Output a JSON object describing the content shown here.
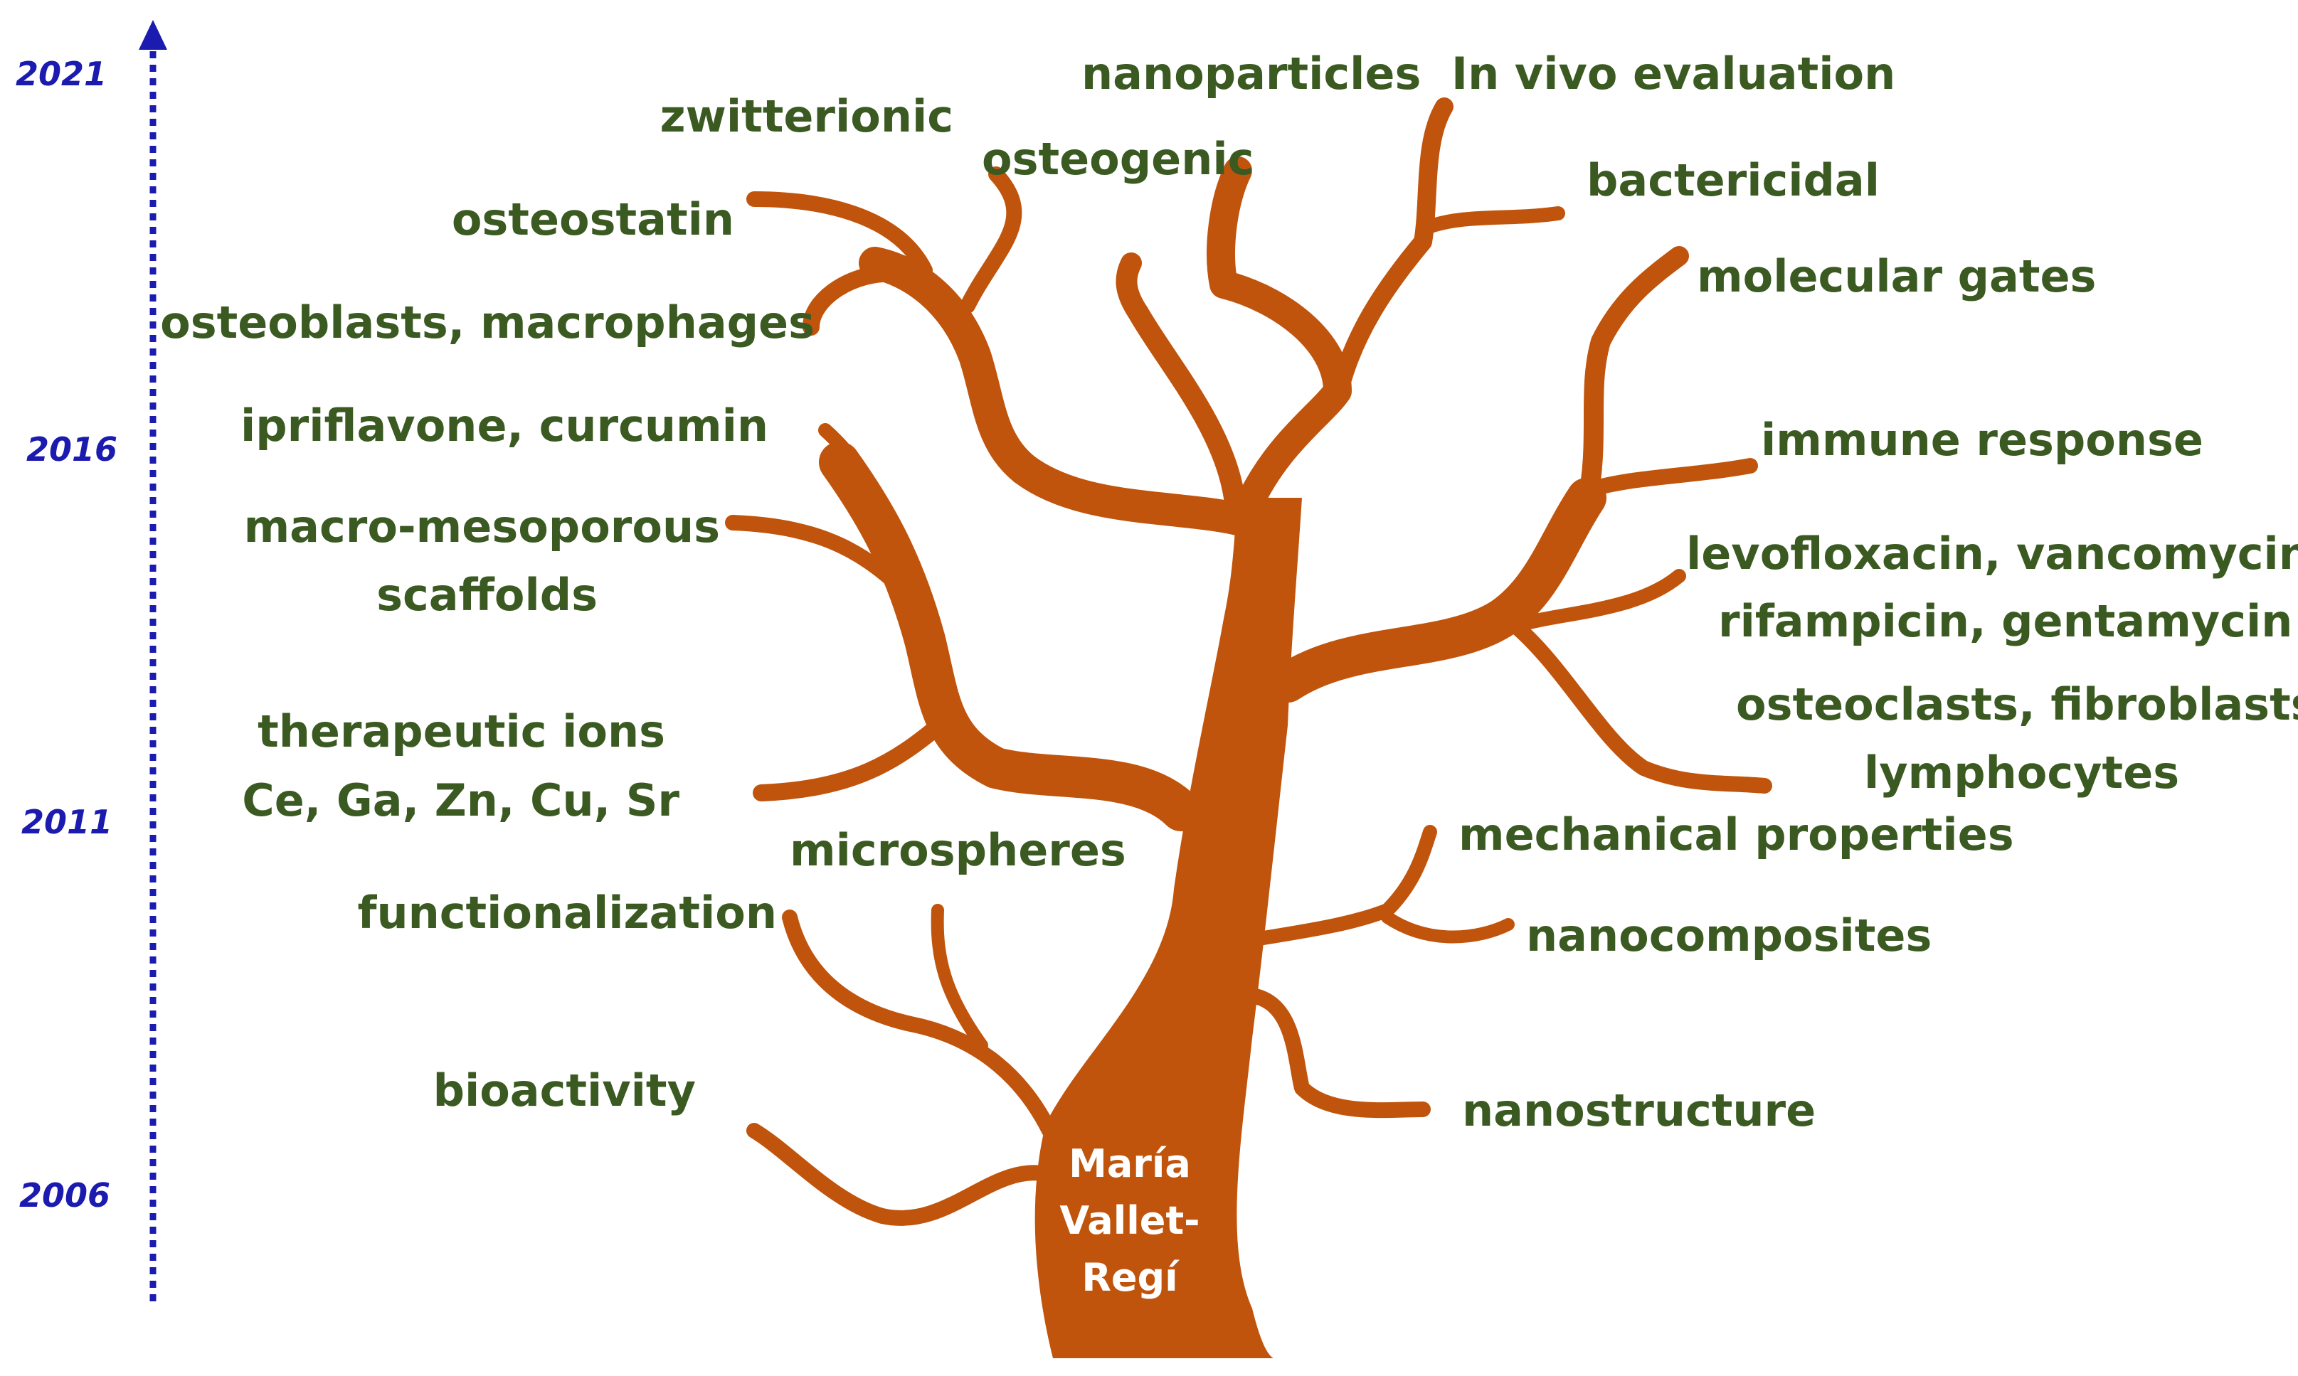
{
  "timeline": {
    "years": [
      "2021",
      "2016",
      "2011",
      "2006"
    ]
  },
  "trunk_label": [
    "María",
    "Vallet-",
    "Regí"
  ],
  "topics": {
    "zwitterionic": "zwitterionic",
    "nanoparticles": "nanoparticles",
    "in_vivo": "In vivo evaluation",
    "osteogenic": "osteogenic",
    "bactericidal": "bactericidal",
    "osteostatin": "osteostatin",
    "molecular_gates": "molecular gates",
    "osteoblasts": "osteoblasts, macrophages",
    "ipriflavone": "ipriflavone, curcumin",
    "immune_response": "immune response",
    "macro_mesoporous": [
      "macro-mesoporous",
      "scaffolds"
    ],
    "antibiotics": [
      "levofloxacin, vancomycin,",
      "rifampicin, gentamycin"
    ],
    "therapeutic_ions": [
      "therapeutic ions",
      "Ce, Ga, Zn, Cu, Sr"
    ],
    "osteoclasts": [
      "osteoclasts, fibroblasts,",
      "lymphocytes"
    ],
    "microspheres": "microspheres",
    "mechanical": "mechanical properties",
    "functionalization": "functionalization",
    "nanocomposites": "nanocomposites",
    "bioactivity": "bioactivity",
    "nanostructure": "nanostructure"
  },
  "colors": {
    "tree": "#c0540c",
    "topic_text": "#3b5a22",
    "timeline": "#1b1bb0"
  }
}
